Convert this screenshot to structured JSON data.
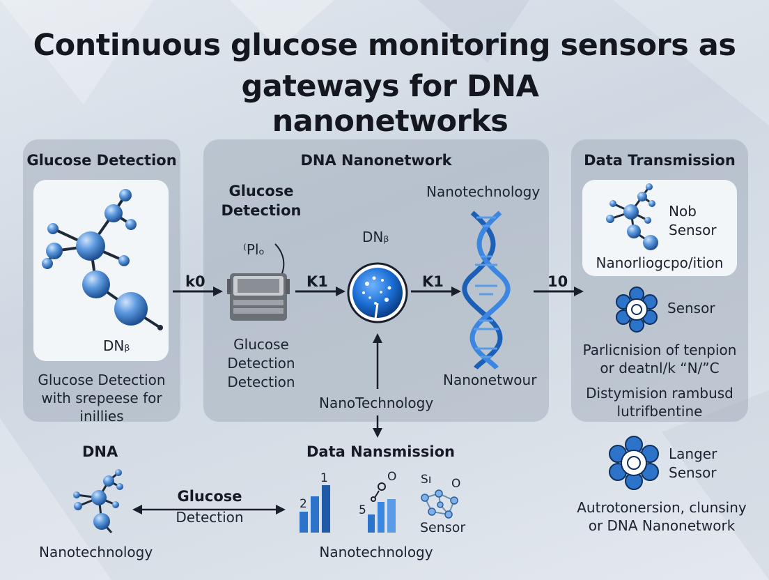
{
  "title": {
    "line1": "Continuous glucose monitoring sensors as",
    "line2": "gateways for DNA nanonetworks"
  },
  "left_panel": {
    "header": "Glucose Detection",
    "card_label": "DNᵦ",
    "caption_line1": "Glucose Detection",
    "caption_line2": "with srepeese for",
    "caption_line3": "inillies"
  },
  "middle_panel": {
    "header": "DNA Nanonetwork",
    "sub_header_line1": "Glucose",
    "sub_header_line2": "Detection",
    "device_label": "⁽Plₒ",
    "device_caption_line1": "Glucose",
    "device_caption_line2": "Detection",
    "device_caption_line3": "Detection",
    "circle_label": "DNᵦ",
    "helix_label": "Nanotechnology",
    "helix_caption": "Nanonetwour",
    "vertical_label": "NanoTechnology"
  },
  "right_panel": {
    "header": "Data Transmission",
    "card_line1": "Nob",
    "card_line2": "Sensor",
    "card_caption": "Nanorliogcpo/ition",
    "sensor_label": "Sensor",
    "text_line1": "Parlicnision of tenpion",
    "text_line2": "or deatnl/k “N/”C",
    "text_line3": "Distymision rambusd",
    "text_line4": "lutrifbentine"
  },
  "arrows": {
    "k0": "k0",
    "k1a": "K1",
    "k1b": "K1",
    "ten": "10"
  },
  "bottom_left": {
    "header": "DNA",
    "caption": "Nanotechnology",
    "arrow_label_line1": "Glucose",
    "arrow_label_line2": "Detection"
  },
  "bottom_middle": {
    "header": "Data Nansmission",
    "bar1_top_label": "1",
    "bar1_side_label": "2",
    "bar2_side_label": "5",
    "bar2_top_label": "O",
    "sensor_top_label": "Sı",
    "sensor_right_label": "O",
    "sensor_label": "Sensor",
    "caption": "Nanotechnology"
  },
  "bottom_right": {
    "sensor_line1": "Langer",
    "sensor_line2": "Sensor",
    "caption_line1": "Autrotonersion, clunsiny",
    "caption_line2": "or DNA Nanonetwork"
  },
  "icons": {
    "molecule": "molecule-icon",
    "device": "device-chip-icon",
    "nano_circle": "nanoparticle-icon",
    "helix": "dna-helix-icon",
    "flower_sensor": "sensor-ring-icon",
    "bar_chart": "bar-chart-icon"
  },
  "colors": {
    "accent_blue": "#2d73c9",
    "light_blue": "#7fb0ea",
    "dark_blue": "#123f7a",
    "panel": "#96a2b0",
    "card": "#f3f6f9"
  }
}
